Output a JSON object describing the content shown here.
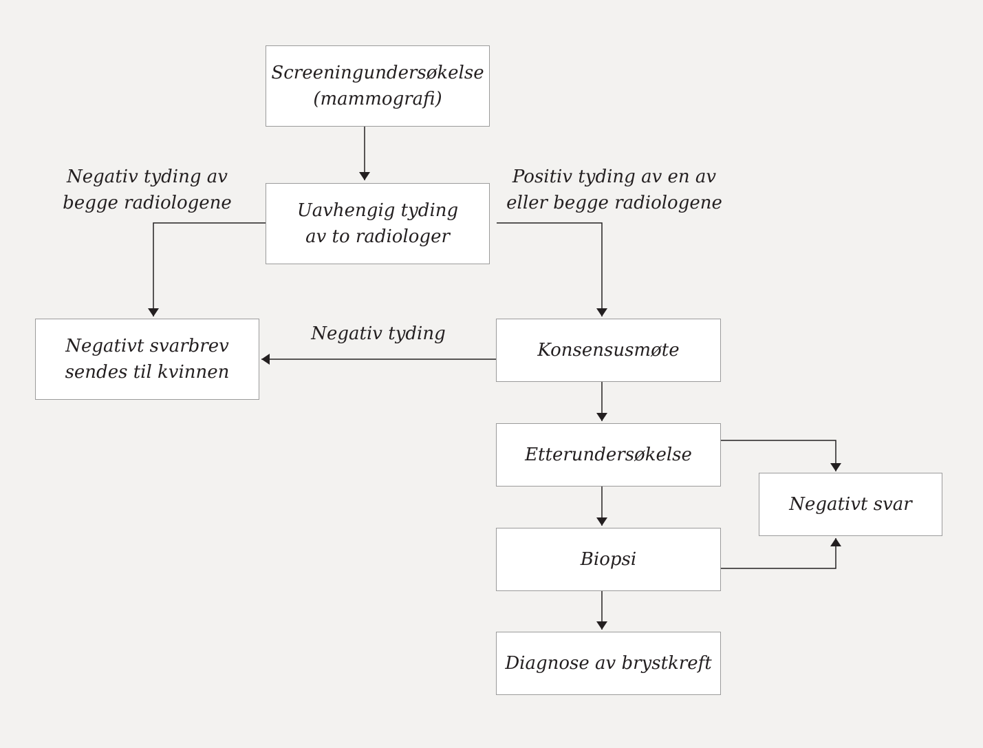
{
  "nodes": {
    "screening": "Screeningundersøkelse\n(mammografi)",
    "independent_reading": "Uavhengig tyding\nav to radiologer",
    "negative_letter": "Negativt svarbrev\nsendes til kvinnen",
    "consensus": "Konsensusmøte",
    "followup": "Etterundersøkelse",
    "negative_answer": "Negativt svar",
    "biopsy": "Biopsi",
    "diagnosis": "Diagnose av brystkreft"
  },
  "edge_labels": {
    "negative_both": "Negativ tyding av\nbegge radiologene",
    "positive_one_or_both": "Positiv tyding av en av\neller begge radiologene",
    "negative": "Negativ tyding"
  },
  "colors": {
    "background": "#f3f2f0",
    "box_fill": "#ffffff",
    "box_border": "#9a9a9a",
    "line": "#231f20"
  }
}
